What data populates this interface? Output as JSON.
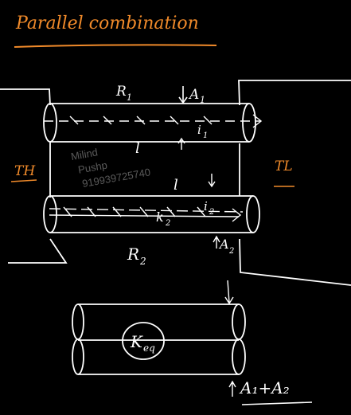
{
  "title": "Parallel combination",
  "labels": {
    "hot_wall": "TH",
    "cold_wall": "TL",
    "r1": "R",
    "r1_sub": "1",
    "r2": "R",
    "r2_sub": "2",
    "a1": "A",
    "a1_sub": "1",
    "a2": "A",
    "a2_sub": "2",
    "i1": "i",
    "i1_sub": "1",
    "i2": "i",
    "i2_sub": "2",
    "k2": "k",
    "k2_sub": "2",
    "length_top": "l",
    "length_mid": "l",
    "keq": "K",
    "keq_sub": "eq",
    "area_sum": "A₁+A₂"
  },
  "watermark": {
    "line1": "Milind",
    "line2": "Pushp",
    "line3": "919939725740"
  },
  "colors": {
    "background": "#000000",
    "ink": "#ffffff",
    "accent": "#f08a2a",
    "watermark": "#5a5a5a"
  }
}
